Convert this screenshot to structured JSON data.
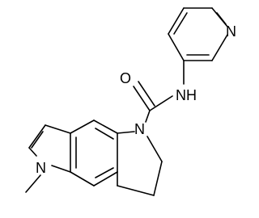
{
  "molecule": {
    "atom_labels": {
      "pyridine_n": "N",
      "amide_o": "O",
      "amide_nh": "NH",
      "indoline_n": "N",
      "pyrrole_n": "N"
    }
  }
}
